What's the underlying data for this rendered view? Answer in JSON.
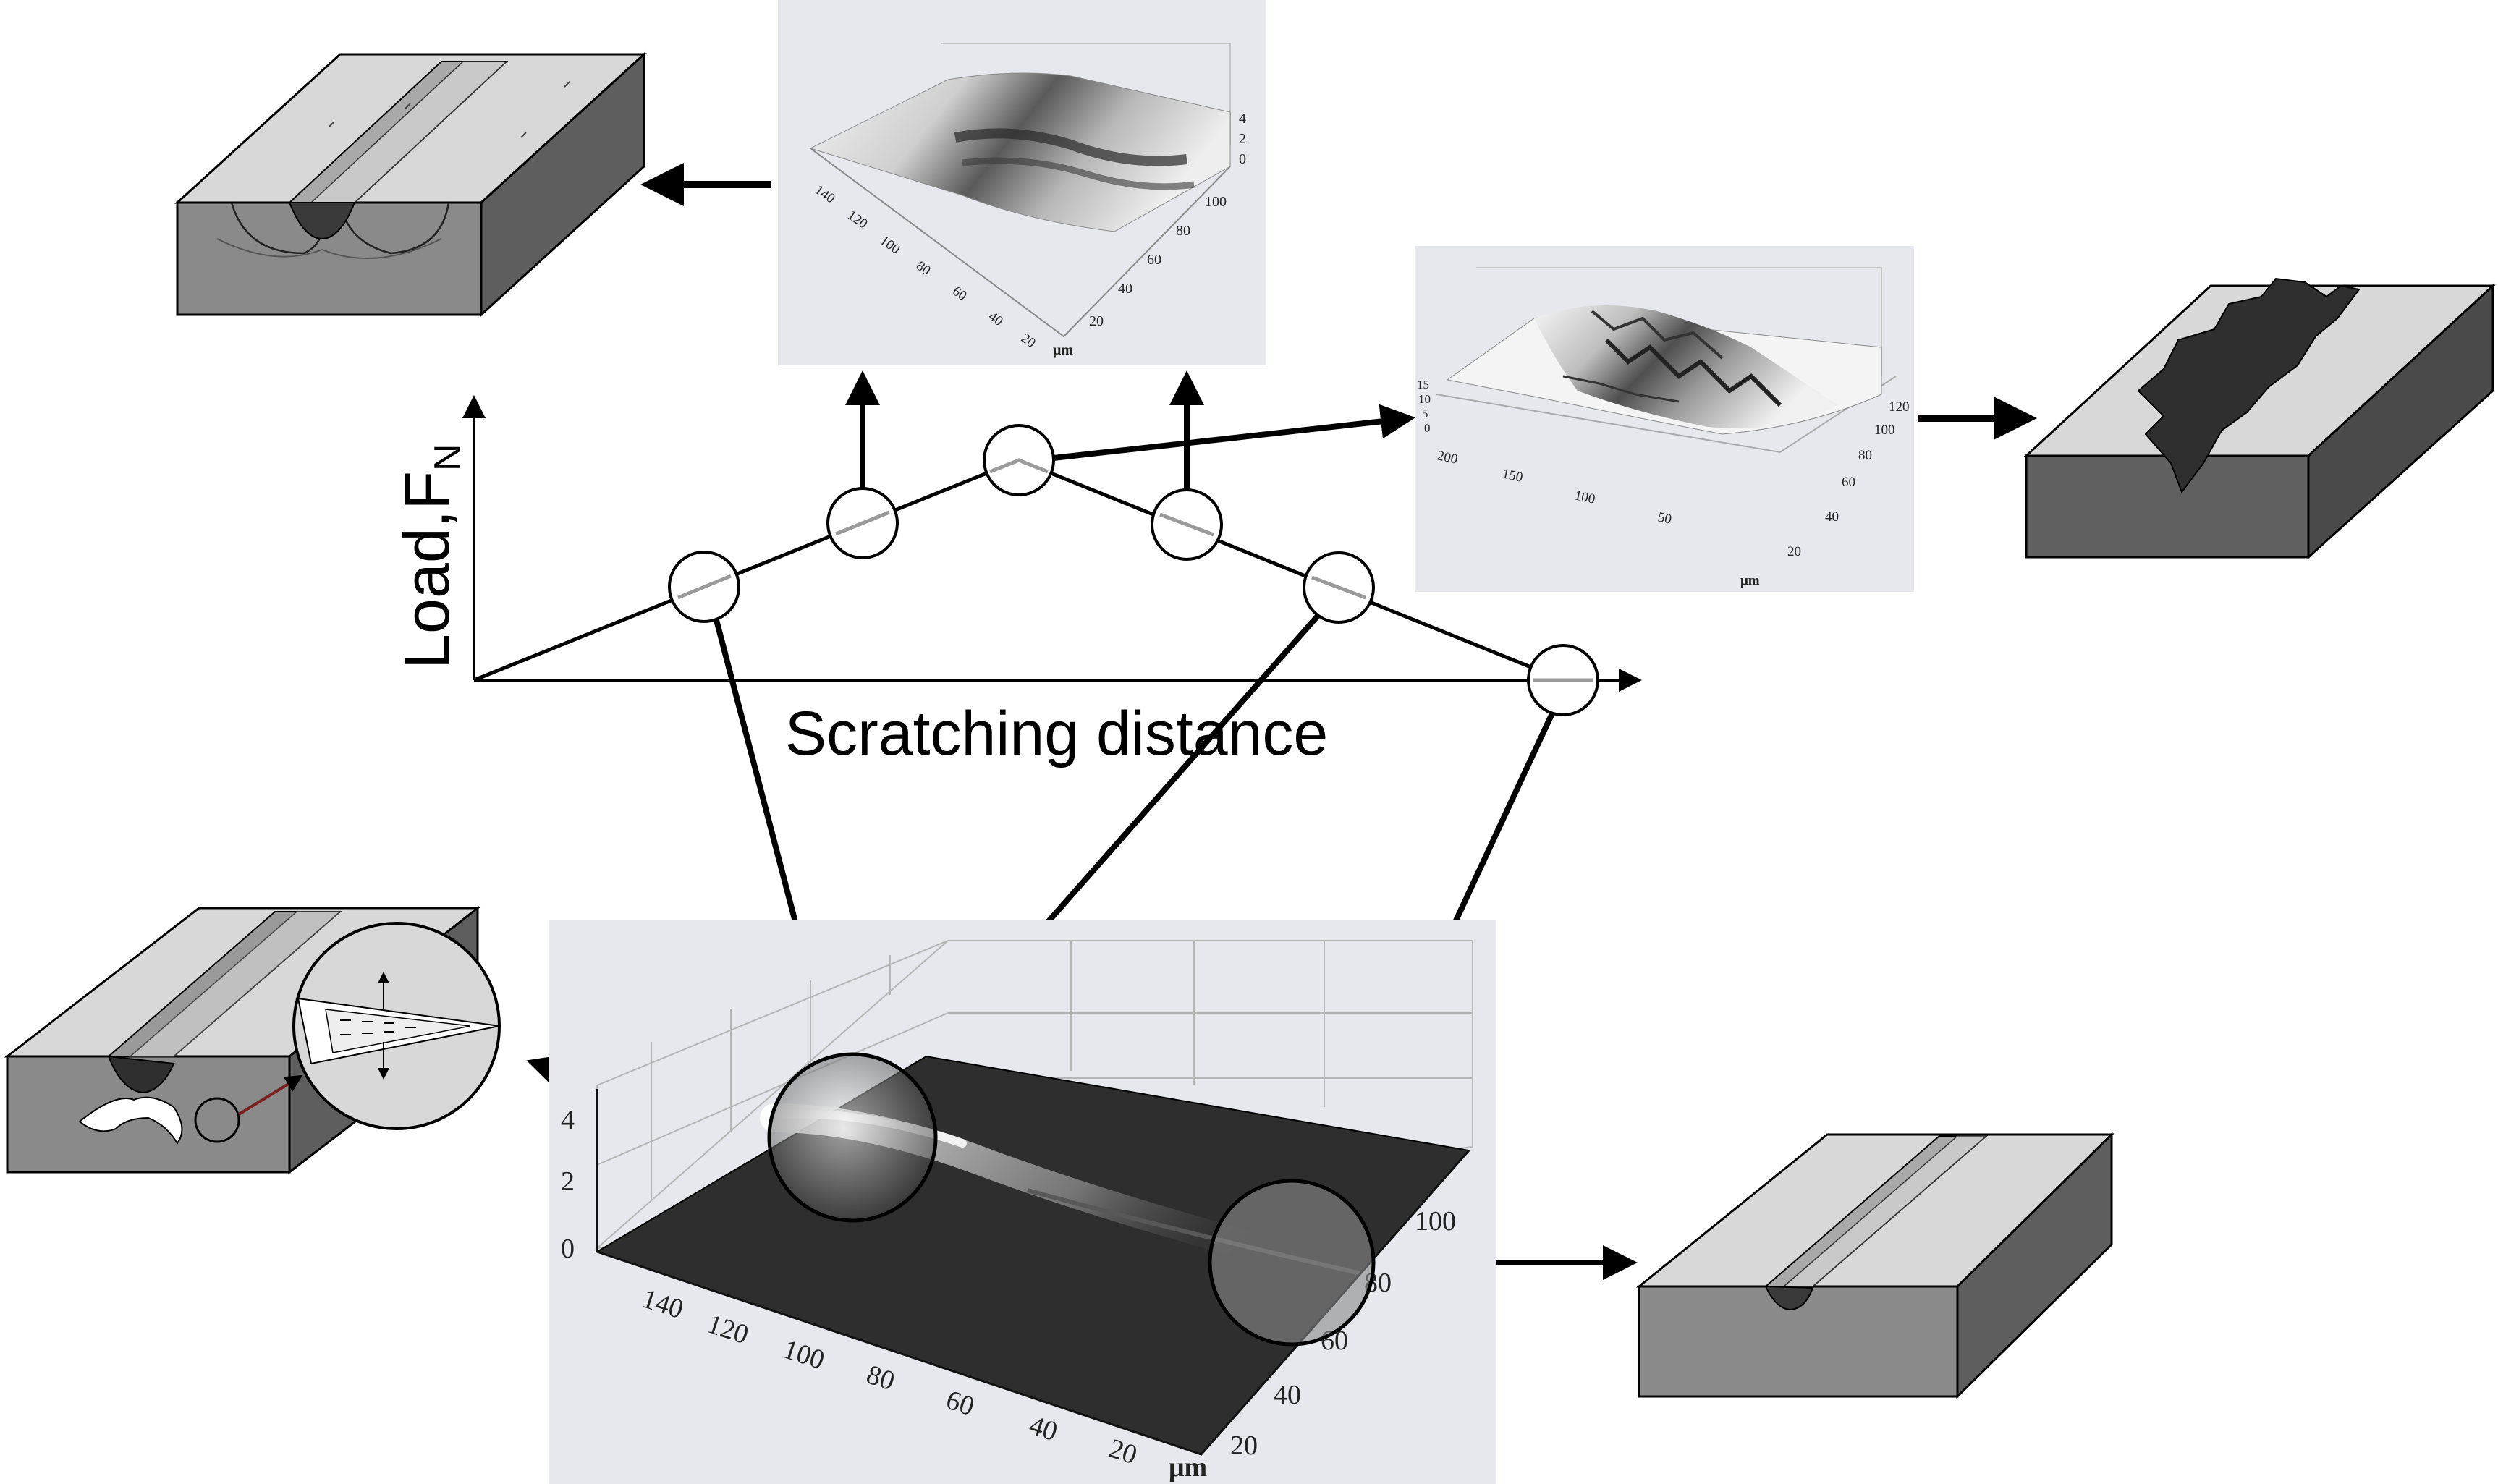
{
  "main_plot": {
    "ylabel_main": "Load,F",
    "ylabel_sub": "N",
    "xlabel": "Scratching distance"
  },
  "profile_top_left": {
    "z_ticks": [
      "4",
      "2",
      "0"
    ],
    "x_ticks": [
      "140",
      "120",
      "100",
      "80",
      "60",
      "40",
      "20"
    ],
    "y_ticks": [
      "100",
      "80",
      "60",
      "40",
      "20"
    ],
    "unit": "μm"
  },
  "profile_top_right": {
    "z_ticks": [
      "15",
      "10",
      "5",
      "0"
    ],
    "x_ticks": [
      "200",
      "150",
      "100",
      "50"
    ],
    "y_ticks": [
      "120",
      "100",
      "80",
      "60",
      "40",
      "20"
    ],
    "unit": "μm"
  },
  "profile_bottom": {
    "z_ticks": [
      "4",
      "2",
      "0"
    ],
    "x_ticks": [
      "140",
      "120",
      "100",
      "80",
      "60",
      "40",
      "20"
    ],
    "y_ticks": [
      "100",
      "80",
      "60",
      "40",
      "20"
    ],
    "unit": "μm"
  },
  "colors": {
    "panel_bg": "#e6e8ee",
    "block_top": "#d6d6d6",
    "block_front": "#8a8a8a",
    "block_side": "#5e5e5e",
    "dark_surface": "#2e2e2e",
    "arrow": "#000000"
  }
}
